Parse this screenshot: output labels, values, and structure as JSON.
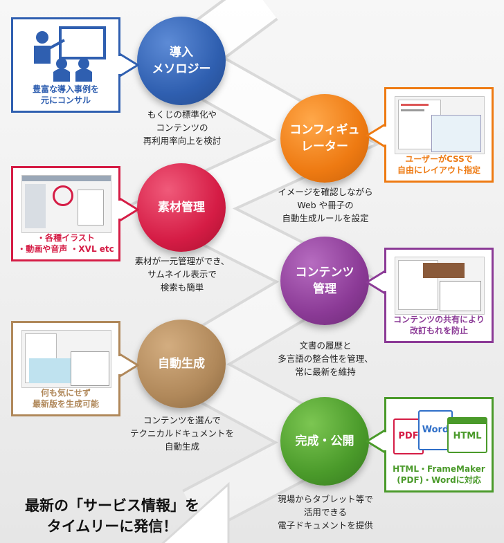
{
  "colors": {
    "blue": "#2f5fb0",
    "orange": "#ee7a12",
    "red": "#d51c45",
    "purple": "#8b3a96",
    "gold": "#b0885a",
    "green": "#4a9a2a"
  },
  "steps": [
    {
      "title": "導入\nメソロジー",
      "desc": "もくじの標準化や\nコンテンツの\n再利用率向上を検討"
    },
    {
      "title": "コンフィギュ\nレーター",
      "desc": "イメージを確認しながら\nWeb や冊子の\n自動生成ルールを設定"
    },
    {
      "title": "素材管理",
      "desc": "素材が一元管理ができ、\nサムネイル表示で\n検索も簡単"
    },
    {
      "title": "コンテンツ\n管理",
      "desc": "文書の履歴と\n多言語の整合性を管理、\n常に最新を維持"
    },
    {
      "title": "自動生成",
      "desc": "コンテンツを選んで\nテクニカルドキュメントを\n自動生成"
    },
    {
      "title": "完成・公開",
      "desc": "現場からタブレット等で\n活用できる\n電子ドキュメントを提供"
    }
  ],
  "callouts": [
    {
      "caption": "豊富な導入事例を\n元にコンサル",
      "image": "presentation-icon"
    },
    {
      "caption": "ユーザーがCSSで\n自由にレイアウト指定",
      "image": "css-layout-screenshot"
    },
    {
      "caption": "・各種イラスト\n・動画や音声 ・XVL etc",
      "image": "asset-manager-screenshot"
    },
    {
      "caption": "コンテンツの共有により\n改訂もれを防止",
      "image": "content-manager-screenshot"
    },
    {
      "caption": "何も気にせず\n最新版を生成可能",
      "image": "document-generator-screenshot"
    },
    {
      "caption": "HTML・FrameMaker\n(PDF)・Wordに対応",
      "image": "output-formats-icon"
    }
  ],
  "formats": [
    "PDF",
    "Word",
    "HTML"
  ],
  "slogan": "最新の「サービス情報」を\nタイムリーに発信！"
}
